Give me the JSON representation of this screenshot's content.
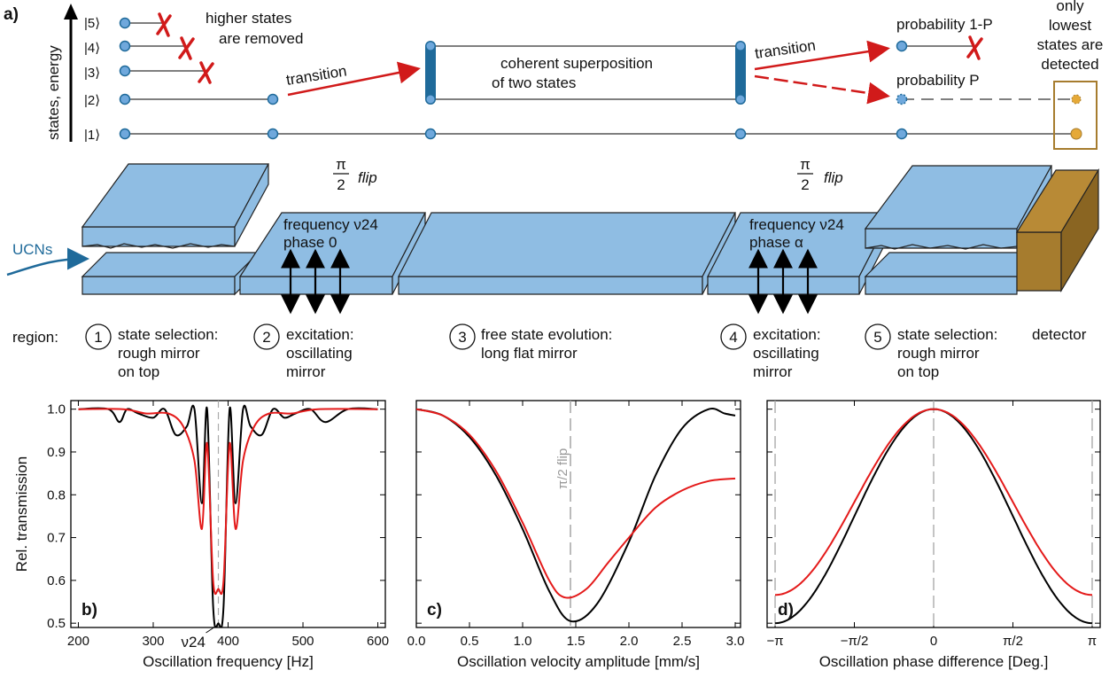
{
  "panel_a": {
    "label": "a)",
    "axis_label": "states, energy",
    "states": [
      "|1⟩",
      "|2⟩",
      "|3⟩",
      "|4⟩",
      "|5⟩"
    ],
    "higher_removed": [
      "higher states",
      "are removed"
    ],
    "transition1": "transition",
    "superposition": [
      "coherent superposition",
      "of two states"
    ],
    "transition2": "transition",
    "prob_1p": "probability 1-P",
    "prob_p": "probability P",
    "detected": [
      "only",
      "lowest",
      "states are",
      "detected"
    ],
    "pi_over_2_num": "π",
    "pi_over_2_den": "2",
    "flip": "flip",
    "ucns": "UCNs",
    "freq1": [
      "frequency ν24",
      "phase 0"
    ],
    "freq2": [
      "frequency ν24",
      "phase α"
    ],
    "region_word": "region:",
    "regions": [
      {
        "num": "1",
        "lines": [
          "state selection:",
          "rough mirror",
          "on top"
        ]
      },
      {
        "num": "2",
        "lines": [
          "excitation:",
          "oscillating",
          "mirror"
        ]
      },
      {
        "num": "3",
        "lines": [
          "free state evolution:",
          "long flat mirror"
        ]
      },
      {
        "num": "4",
        "lines": [
          "excitation:",
          "oscillating",
          "mirror"
        ]
      },
      {
        "num": "5",
        "lines": [
          "state selection:",
          "rough mirror",
          "on top"
        ]
      }
    ],
    "detector": "detector"
  },
  "colors": {
    "mirror": "#8fbde3",
    "state_dot": "#6fa8dc",
    "dark_blue": "#1f6a9a",
    "red": "#d11a1a",
    "detector": "#a67c2e",
    "gold_dot": "#e5a938",
    "black_curve": "#000000",
    "red_curve": "#e41a1a"
  },
  "chart_data": [
    {
      "type": "line",
      "panel_label": "b)",
      "xlabel": "Oscillation frequency [Hz]",
      "ylabel": "Rel. transmission",
      "xlim": [
        190,
        610
      ],
      "ylim": [
        0.49,
        1.02
      ],
      "xticks": [
        "200",
        "300",
        "400",
        "500",
        "600"
      ],
      "yticks": [
        "0.5",
        "0.6",
        "0.7",
        "0.8",
        "0.9",
        "1.0"
      ],
      "annotation": "ν24",
      "annotation_x": 387,
      "series": [
        {
          "color": "black",
          "x": [
            200,
            240,
            255,
            265,
            280,
            300,
            315,
            330,
            345,
            355,
            365,
            372,
            380,
            387,
            394,
            402,
            410,
            420,
            430,
            445,
            460,
            475,
            490,
            510,
            530,
            560,
            600
          ],
          "y": [
            1.0,
            1.0,
            0.97,
            1.0,
            0.99,
            0.98,
            1.0,
            0.94,
            0.96,
            1.0,
            0.78,
            1.0,
            0.54,
            0.5,
            0.54,
            1.0,
            0.78,
            1.0,
            0.96,
            0.94,
            1.0,
            0.98,
            0.99,
            1.0,
            0.97,
            1.0,
            1.0
          ]
        },
        {
          "color": "red",
          "x": [
            200,
            260,
            290,
            320,
            340,
            355,
            365,
            372,
            380,
            387,
            394,
            402,
            410,
            420,
            435,
            455,
            485,
            520,
            600
          ],
          "y": [
            1.0,
            1.0,
            0.99,
            0.99,
            0.96,
            0.88,
            0.72,
            0.92,
            0.6,
            0.58,
            0.6,
            0.92,
            0.72,
            0.88,
            0.96,
            0.99,
            0.99,
            1.0,
            1.0
          ]
        }
      ]
    },
    {
      "type": "line",
      "panel_label": "c)",
      "xlabel": "Oscillation velocity amplitude [mm/s]",
      "xlim": [
        0,
        3.05
      ],
      "ylim": [
        0.49,
        1.02
      ],
      "xticks": [
        "0.0",
        "0.5",
        "1.0",
        "1.5",
        "2.0",
        "2.5",
        "3.0"
      ],
      "annotation": "π/2 flip",
      "annotation_x": 1.45,
      "series": [
        {
          "color": "black",
          "x": [
            0,
            0.25,
            0.5,
            0.75,
            1.0,
            1.25,
            1.45,
            1.7,
            2.0,
            2.25,
            2.5,
            2.75,
            2.9,
            3.0
          ],
          "y": [
            1.0,
            0.985,
            0.935,
            0.845,
            0.72,
            0.575,
            0.505,
            0.545,
            0.69,
            0.845,
            0.955,
            1.0,
            0.99,
            0.985
          ]
        },
        {
          "color": "red",
          "x": [
            0,
            0.25,
            0.5,
            0.75,
            1.0,
            1.25,
            1.4,
            1.6,
            1.8,
            2.0,
            2.25,
            2.5,
            2.75,
            3.0
          ],
          "y": [
            1.0,
            0.985,
            0.94,
            0.855,
            0.735,
            0.6,
            0.56,
            0.58,
            0.64,
            0.7,
            0.77,
            0.81,
            0.832,
            0.838
          ]
        }
      ]
    },
    {
      "type": "line",
      "panel_label": "d)",
      "xlabel": "Oscillation phase difference [Deg.]",
      "xlim": [
        -3.3,
        3.3
      ],
      "ylim": [
        0.49,
        1.02
      ],
      "xticks": [
        "−π",
        "−π/2",
        "0",
        "π/2",
        "π"
      ],
      "series": [
        {
          "color": "black",
          "function": "0.75 + 0.25*cos(x)"
        },
        {
          "color": "red",
          "function": "0.783 + 0.217*cos(x)"
        }
      ]
    }
  ]
}
